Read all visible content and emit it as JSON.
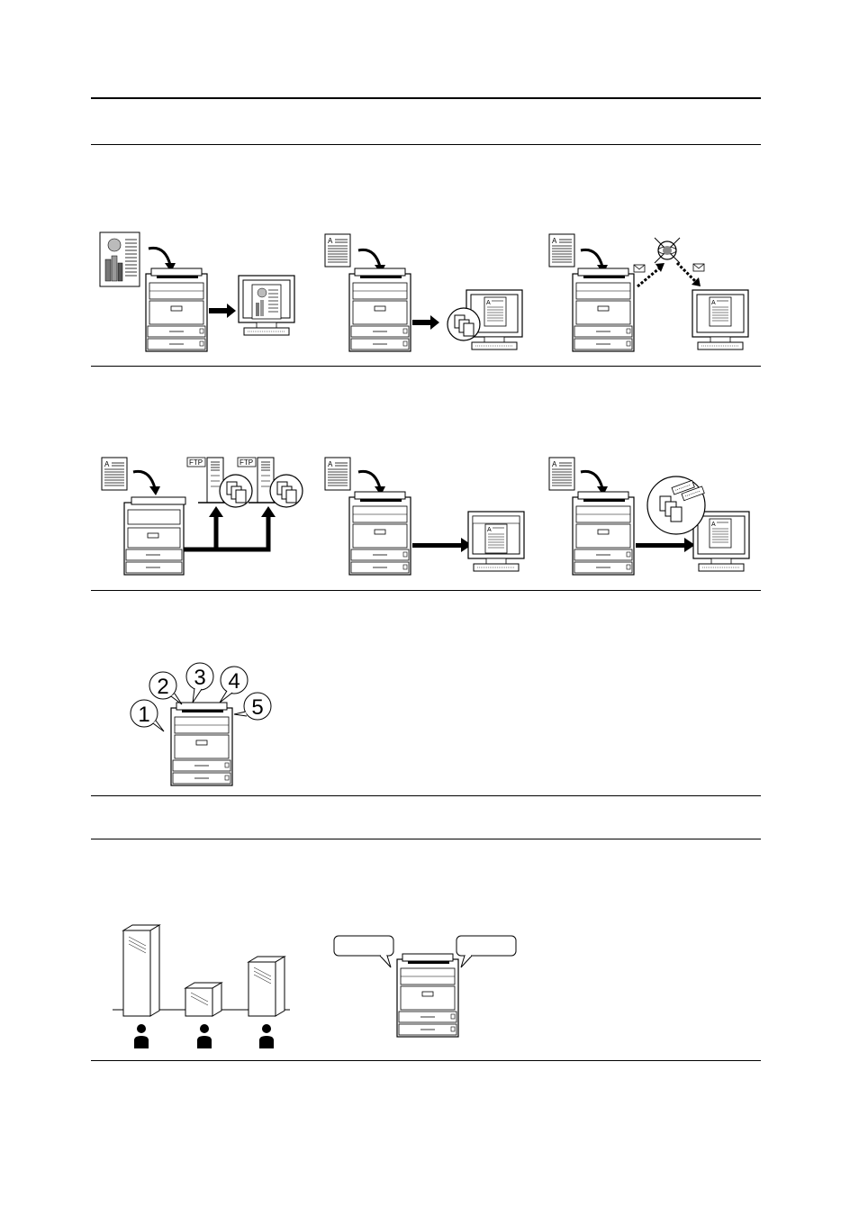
{
  "page": {
    "background": "#ffffff",
    "ink": "#000000"
  },
  "section_ftp": {
    "label_left": "FTP",
    "label_right": "FTP"
  },
  "section_send": {
    "doc_letter": "A"
  },
  "callouts": {
    "numbers": [
      "1",
      "2",
      "3",
      "4",
      "5"
    ]
  }
}
